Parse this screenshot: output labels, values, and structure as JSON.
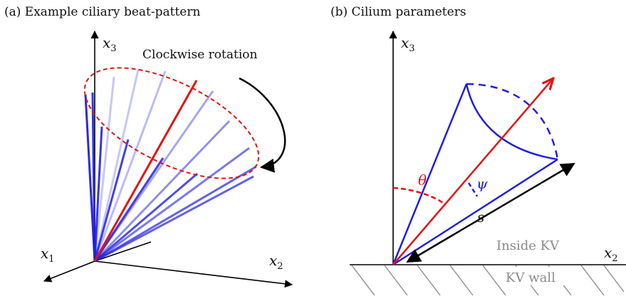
{
  "panel_a": {
    "caption": "(a) Example ciliary beat-pattern",
    "axis_x3": "x",
    "axis_x3_sub": "3",
    "axis_x1": "x",
    "axis_x1_sub": "1",
    "axis_x2": "x",
    "axis_x2_sub": "2",
    "rotation_label": "Clockwise rotation"
  },
  "panel_b": {
    "caption": "(b) Cilium parameters",
    "axis_x3": "x",
    "axis_x3_sub": "3",
    "axis_x2": "x",
    "axis_x2_sub": "2",
    "theta_label": "θ",
    "psi_label": "ψ",
    "s_label": "s",
    "inside_label": "Inside KV",
    "wall_label": "KV wall"
  },
  "colors": {
    "cilium": "#1f1fe0",
    "highlight": "#e01515",
    "axis": "#000000",
    "muted_text": "#8a8a8a"
  }
}
